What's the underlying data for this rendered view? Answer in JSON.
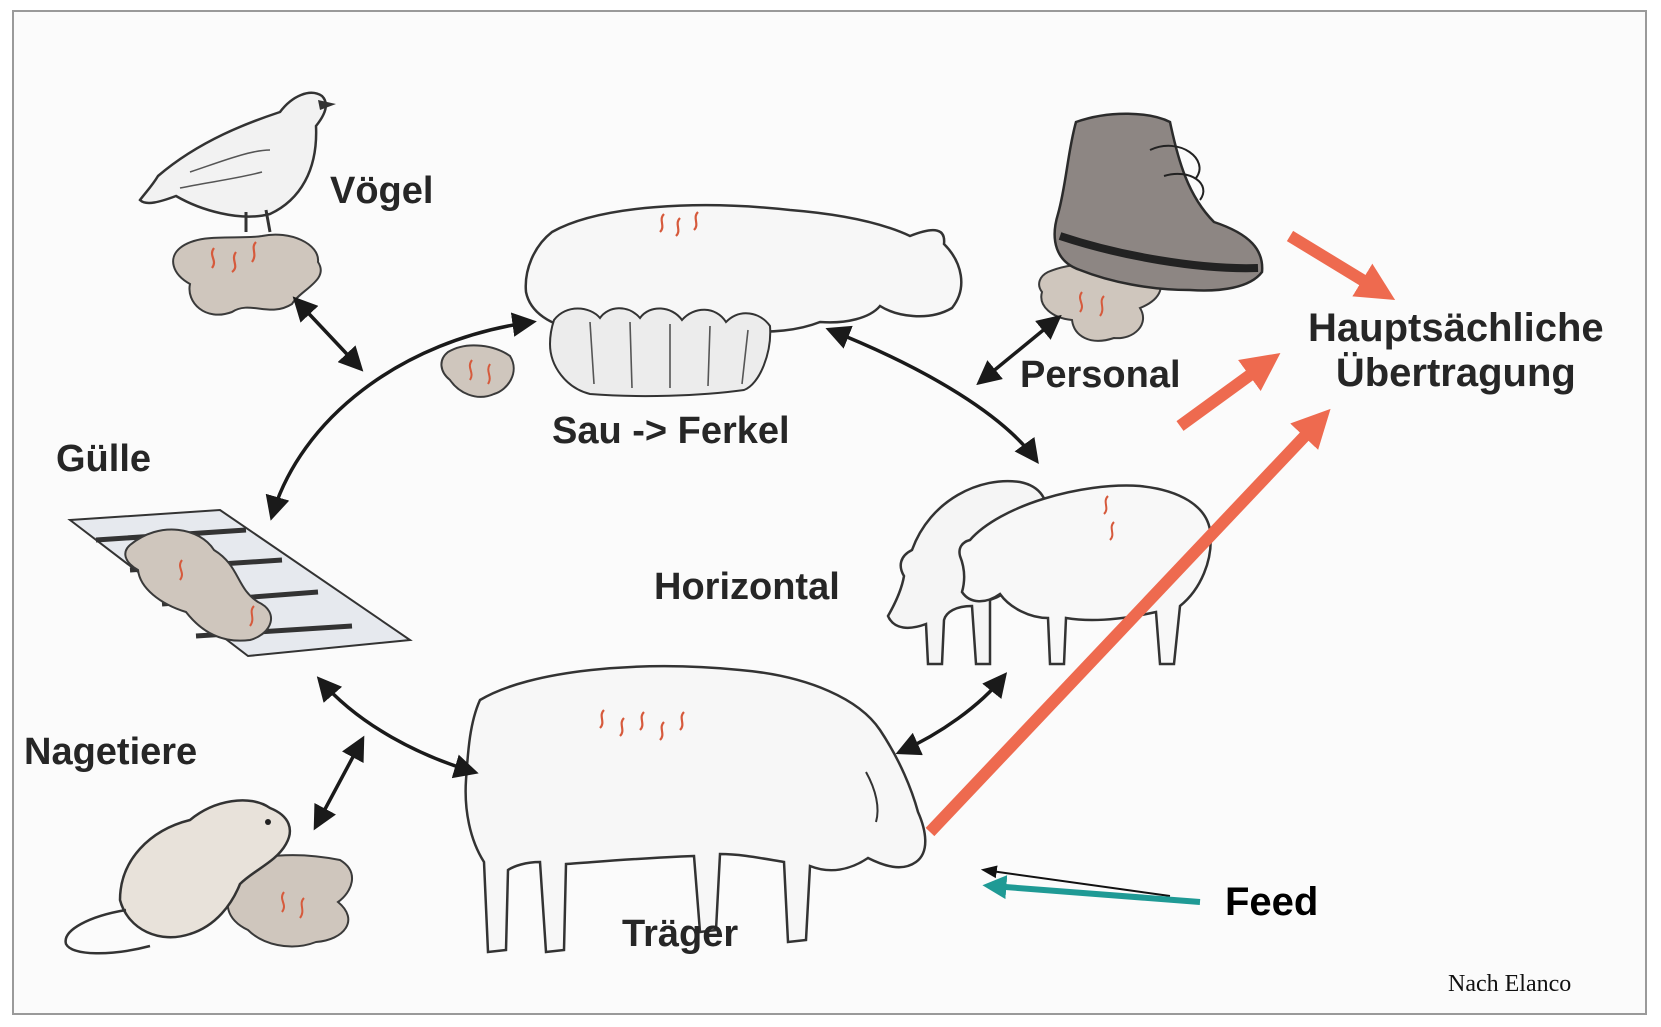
{
  "labels": {
    "voegel": "Vögel",
    "sau_ferkel": "Sau -> Ferkel",
    "personal": "Personal",
    "haupt_line1": "Hauptsächliche",
    "haupt_line2": "Übertragung",
    "guelle": "Gülle",
    "horizontal": "Horizontal",
    "nagetiere": "Nagetiere",
    "traeger": "Träger",
    "feed": "Feed",
    "source": "Nach Elanco"
  },
  "colors": {
    "main_arrow": "#ee6a4f",
    "feed_arrow": "#1f9a95",
    "cycle_arrow": "#1a1a1a",
    "dung": "#cfc6bd",
    "worm": "#d65a3c"
  }
}
